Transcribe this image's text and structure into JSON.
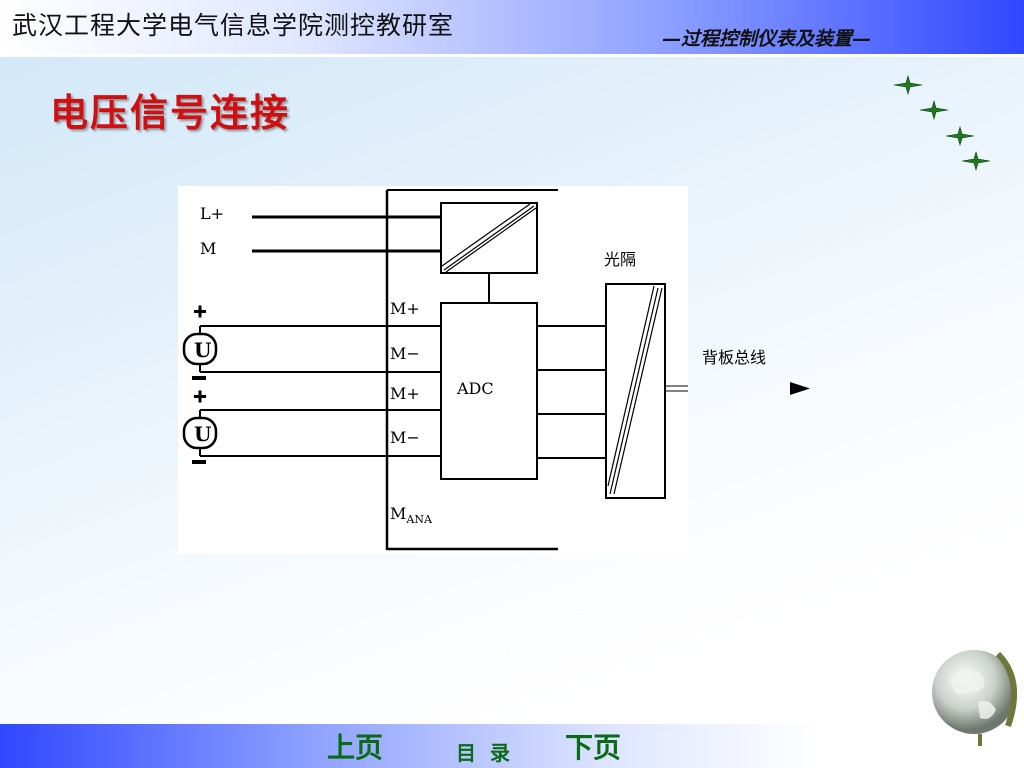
{
  "header": {
    "department": "武汉工程大学电气信息学院测控教研室",
    "course": "—过程控制仪表及装置—"
  },
  "slide": {
    "title": "电压信号连接"
  },
  "diagram": {
    "labels": {
      "l_plus": "L+",
      "m": "M",
      "m_plus_1": "M+",
      "m_minus_1": "M−",
      "m_plus_2": "M+",
      "m_minus_2": "M−",
      "m_ana_main": "M",
      "m_ana_sub": "ANA",
      "adc": "ADC",
      "optocoupler": "光隔",
      "backplane_bus": "背板总线",
      "source_symbol_1": "U",
      "source_symbol_2": "U"
    }
  },
  "nav": {
    "prev": "上页",
    "toc": "目录",
    "next": "下页"
  },
  "colors": {
    "title": "#d01010",
    "nav": "#0a6b16",
    "star": "#1f7a1f"
  }
}
